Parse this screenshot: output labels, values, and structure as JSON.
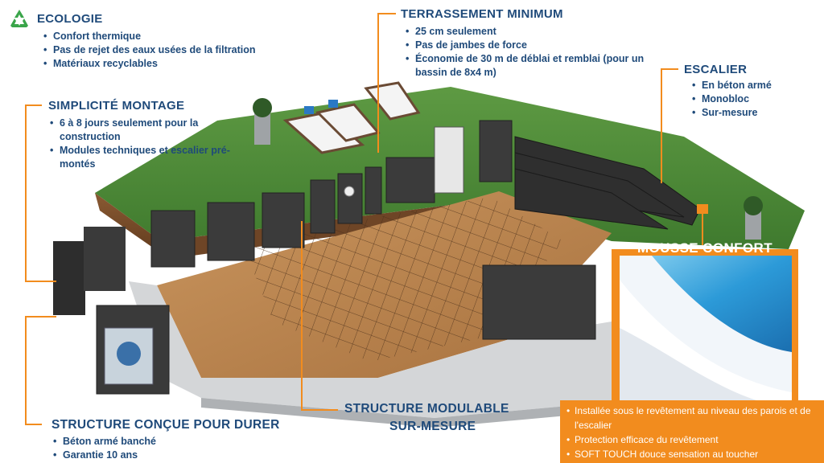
{
  "colors": {
    "title": "#1f4a7a",
    "accent": "#f28c1e",
    "grass": "#4f8d3b",
    "soil": "#7a4e2c",
    "panel": "#3a3a3a"
  },
  "ecologie": {
    "icon": "recycle-icon",
    "title": "ECOLOGIE",
    "items": [
      "Confort thermique",
      "Pas de rejet des eaux usées de la filtration",
      "Matériaux recyclables"
    ]
  },
  "terrassement": {
    "title": "TERRASSEMENT MINIMUM",
    "items": [
      "25 cm seulement",
      "Pas de jambes de force",
      "Économie de 30 m de déblai et remblai (pour un bassin de 8x4 m)"
    ]
  },
  "escalier": {
    "title": "ESCALIER",
    "items": [
      "En béton armé",
      "Monobloc",
      "Sur-mesure"
    ]
  },
  "simplicite": {
    "title": "SIMPLICITÉ MONTAGE",
    "items": [
      "6 à 8 jours seulement pour la construction",
      "Modules techniques et escalier pré-montés"
    ]
  },
  "mousse": {
    "title": "MOUSSE CONFORT",
    "items": [
      "Installée sous le revêtement au niveau des parois et de l'escalier",
      "Protection efficace du revêtement",
      "SOFT TOUCH douce sensation au toucher"
    ]
  },
  "structure_modulable": {
    "line1": "STRUCTURE MODULABLE",
    "line2": "SUR-MESURE"
  },
  "structure_durer": {
    "title": "STRUCTURE CONÇUE POUR DURER",
    "items": [
      "Béton armé banché",
      "Garantie 10 ans"
    ]
  }
}
